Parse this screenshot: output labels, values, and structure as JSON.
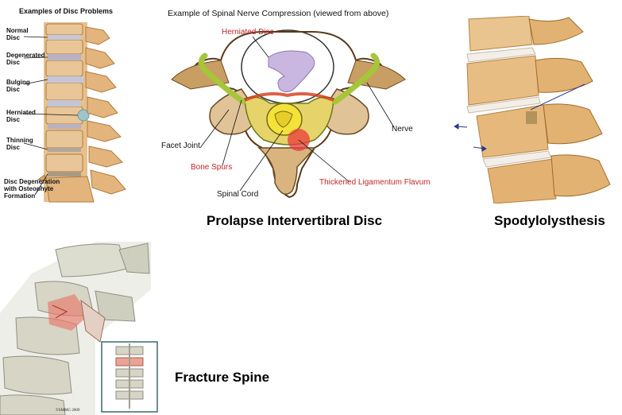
{
  "disc_panel": {
    "title": "Examples of Disc Problems",
    "labels": {
      "normal": "Normal\nDisc",
      "degenerated": "Degenerated\nDisc",
      "bulging": "Bulging\nDisc",
      "herniated": "Herniated\nDisc",
      "thinning": "Thinning\nDisc",
      "degeneration_osteophyte": "Disc Degeneration\nwith Osteophyte\nFormation"
    }
  },
  "compression_panel": {
    "title": "Example of Spinal Nerve Compression (viewed from above)",
    "labels": {
      "herniated_disc": "Herniated Disc",
      "facet_joint": "Facet Joint",
      "bone_spurs": "Bone Spurs",
      "spinal_cord": "Spinal Cord",
      "nerve": "Nerve",
      "thickened_ligamentum": "Thickened Ligamentum Flavum"
    }
  },
  "captions": {
    "prolapse": "Prolapse Intervertibral Disc",
    "spondylolysthesis": "Spodylolysthesis",
    "fracture": "Fracture Spine"
  },
  "copyright": "©SMMG 2009",
  "colors": {
    "bone": "#e8c89a",
    "bone_dark": "#b98a52",
    "disc": "#bfc4d6",
    "nerve": "#a6c63a",
    "cord": "#f2e23a",
    "red_highlight": "#e83a3a",
    "label_red": "#c0262b"
  }
}
